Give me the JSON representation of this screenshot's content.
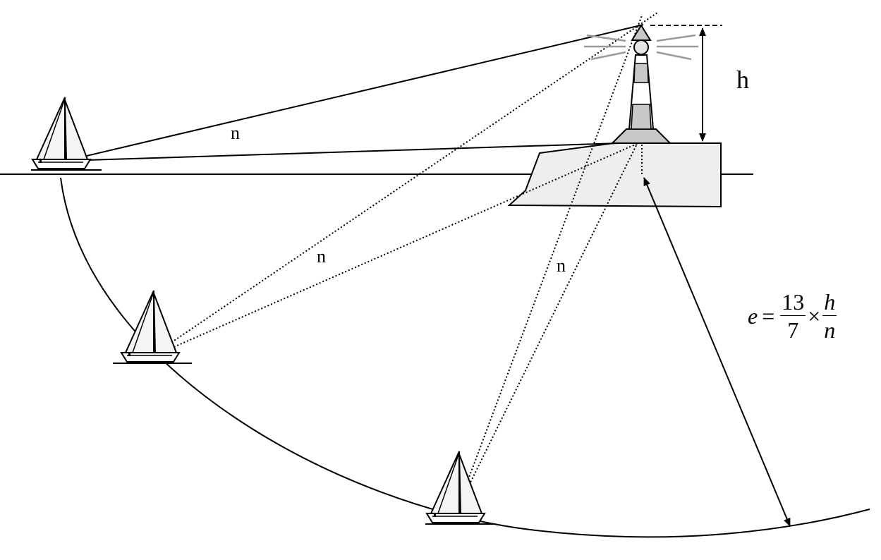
{
  "labels": {
    "n_top": "n",
    "n_middle": "n",
    "n_bottom": "n",
    "h": "h"
  },
  "formula": {
    "lhs": "e",
    "equals": "=",
    "frac1_num": "13",
    "frac1_den": "7",
    "times": "×",
    "frac2_num": "h",
    "frac2_den": "n"
  },
  "colors": {
    "ink": "#000000",
    "land_fill": "#eeeeee",
    "tower_fill": "#c8c8c8",
    "light_rays": "#9a9a9a",
    "sail_fill": "#f4f4f4"
  }
}
